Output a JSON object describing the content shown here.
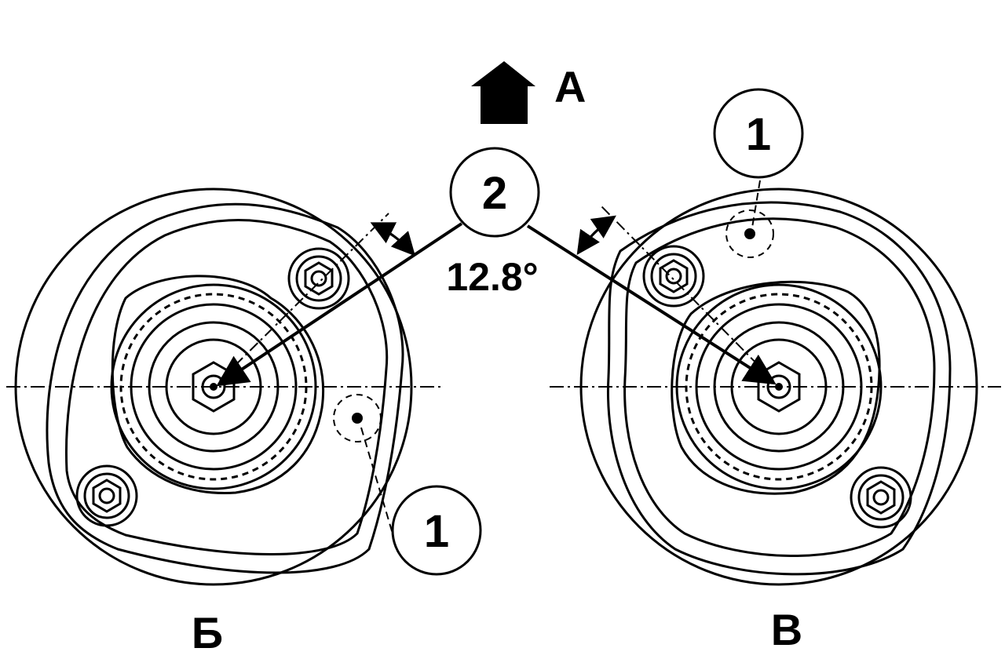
{
  "direction_label": "A",
  "angle_label": "12.8°",
  "callout_center": "2",
  "callout_left": "1",
  "callout_right": "1",
  "view_left_label": "Б",
  "view_right_label": "В"
}
